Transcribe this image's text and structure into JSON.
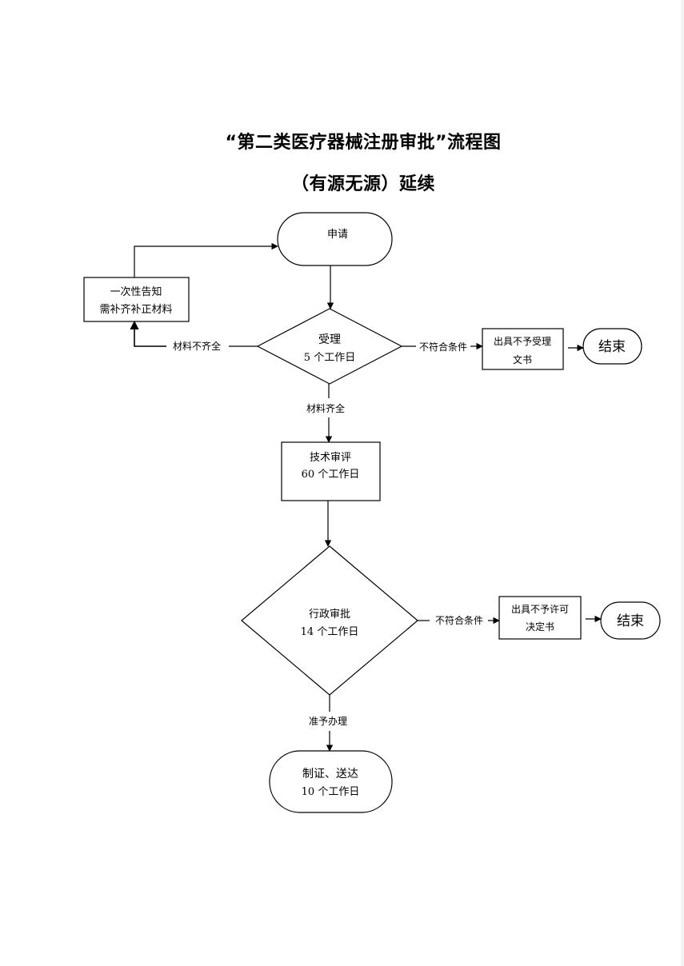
{
  "title": {
    "line1": "“第二类医疗器械注册审批”流程图",
    "line2": "（有源无源）延续"
  },
  "nodes": {
    "apply": "申请",
    "notice_line1": "一次性告知",
    "notice_line2": "需补齐补正材料",
    "accept_line1": "受理",
    "accept_line2": "5 个工作日",
    "reject_accept_line1": "出具不予受理",
    "reject_accept_line2": "文书",
    "end1": "结束",
    "review_line1": "技术审评",
    "review_line2": "60 个工作日",
    "approve_line1": "行政审批",
    "approve_line2": "14 个工作日",
    "reject_permit_line1": "出具不予许可",
    "reject_permit_line2": "决定书",
    "end2": "结束",
    "deliver_line1": "制证、送达",
    "deliver_line2": "10 个工作日"
  },
  "edges": {
    "incomplete": "材料不齐全",
    "nonconform1": "不符合条件",
    "complete": "材料齐全",
    "nonconform2": "不符合条件",
    "grant": "准予办理"
  }
}
